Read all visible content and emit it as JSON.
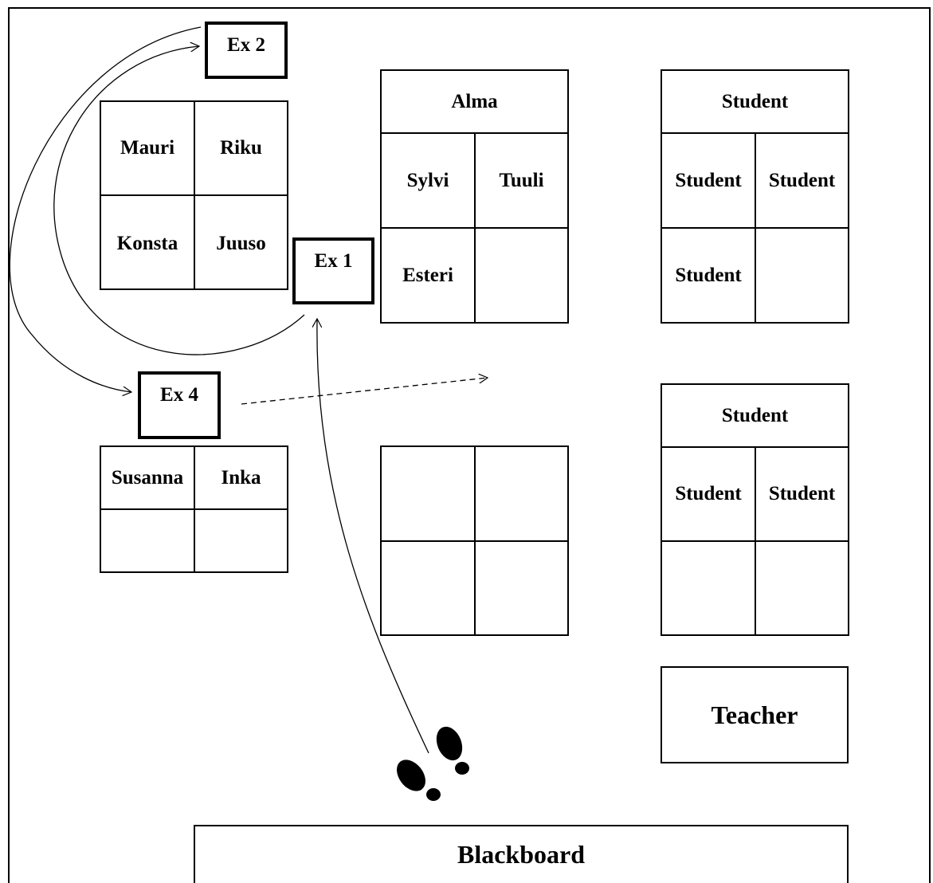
{
  "stations": {
    "ex1": "Ex 1",
    "ex2": "Ex 2",
    "ex4": "Ex 4"
  },
  "groups": {
    "left_top": {
      "r1c1": "Mauri",
      "r1c2": "Riku",
      "r2c1": "Konsta",
      "r2c2": "Juuso"
    },
    "left_bottom": {
      "r1c1": "Susanna",
      "r1c2": "Inka",
      "r2c1": "",
      "r2c2": ""
    },
    "middle_top": {
      "head": "Alma",
      "r1c1": "Sylvi",
      "r1c2": "Tuuli",
      "r2c1": "Esteri",
      "r2c2": ""
    },
    "middle_bottom": {
      "r1c1": "",
      "r1c2": "",
      "r2c1": "",
      "r2c2": ""
    },
    "right_top": {
      "head": "Student",
      "r1c1": "Student",
      "r1c2": "Student",
      "r2c1": "Student",
      "r2c2": ""
    },
    "right_bottom": {
      "head": "Student",
      "r1c1": "Student",
      "r1c2": "Student",
      "r2c1": "",
      "r2c2": ""
    }
  },
  "teacher": "Teacher",
  "blackboard": "Blackboard",
  "icons": {
    "footprints": "footprints-icon"
  }
}
